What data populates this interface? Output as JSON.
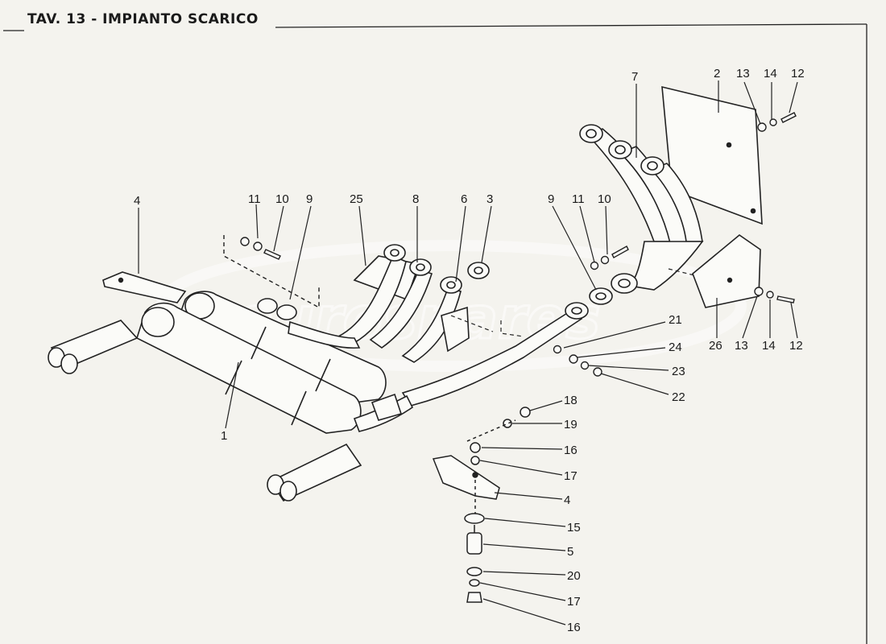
{
  "header": {
    "title": "TAV. 13 - IMPIANTO SCARICO"
  },
  "watermark": {
    "text": "eurospares"
  },
  "callouts": [
    {
      "id": "c-2",
      "label": "2"
    },
    {
      "id": "c-13-top",
      "label": "13"
    },
    {
      "id": "c-14-top",
      "label": "14"
    },
    {
      "id": "c-12-top",
      "label": "12"
    },
    {
      "id": "c-7",
      "label": "7"
    },
    {
      "id": "c-4-left",
      "label": "4"
    },
    {
      "id": "c-11-left",
      "label": "11"
    },
    {
      "id": "c-10-left",
      "label": "10"
    },
    {
      "id": "c-9-left",
      "label": "9"
    },
    {
      "id": "c-25",
      "label": "25"
    },
    {
      "id": "c-8",
      "label": "8"
    },
    {
      "id": "c-6",
      "label": "6"
    },
    {
      "id": "c-3",
      "label": "3"
    },
    {
      "id": "c-9-right",
      "label": "9"
    },
    {
      "id": "c-11-right",
      "label": "11"
    },
    {
      "id": "c-10-right",
      "label": "10"
    },
    {
      "id": "c-21",
      "label": "21"
    },
    {
      "id": "c-24",
      "label": "24"
    },
    {
      "id": "c-23",
      "label": "23"
    },
    {
      "id": "c-22",
      "label": "22"
    },
    {
      "id": "c-26",
      "label": "26"
    },
    {
      "id": "c-13-bottom",
      "label": "13"
    },
    {
      "id": "c-14-bottom",
      "label": "14"
    },
    {
      "id": "c-12-bottom",
      "label": "12"
    },
    {
      "id": "c-1",
      "label": "1"
    },
    {
      "id": "c-18",
      "label": "18"
    },
    {
      "id": "c-19",
      "label": "19"
    },
    {
      "id": "c-16-top",
      "label": "16"
    },
    {
      "id": "c-17-top",
      "label": "17"
    },
    {
      "id": "c-4-bottom",
      "label": "4"
    },
    {
      "id": "c-15",
      "label": "15"
    },
    {
      "id": "c-5",
      "label": "5"
    },
    {
      "id": "c-20",
      "label": "20"
    },
    {
      "id": "c-17-bottom",
      "label": "17"
    },
    {
      "id": "c-16-bottom",
      "label": "16"
    }
  ]
}
